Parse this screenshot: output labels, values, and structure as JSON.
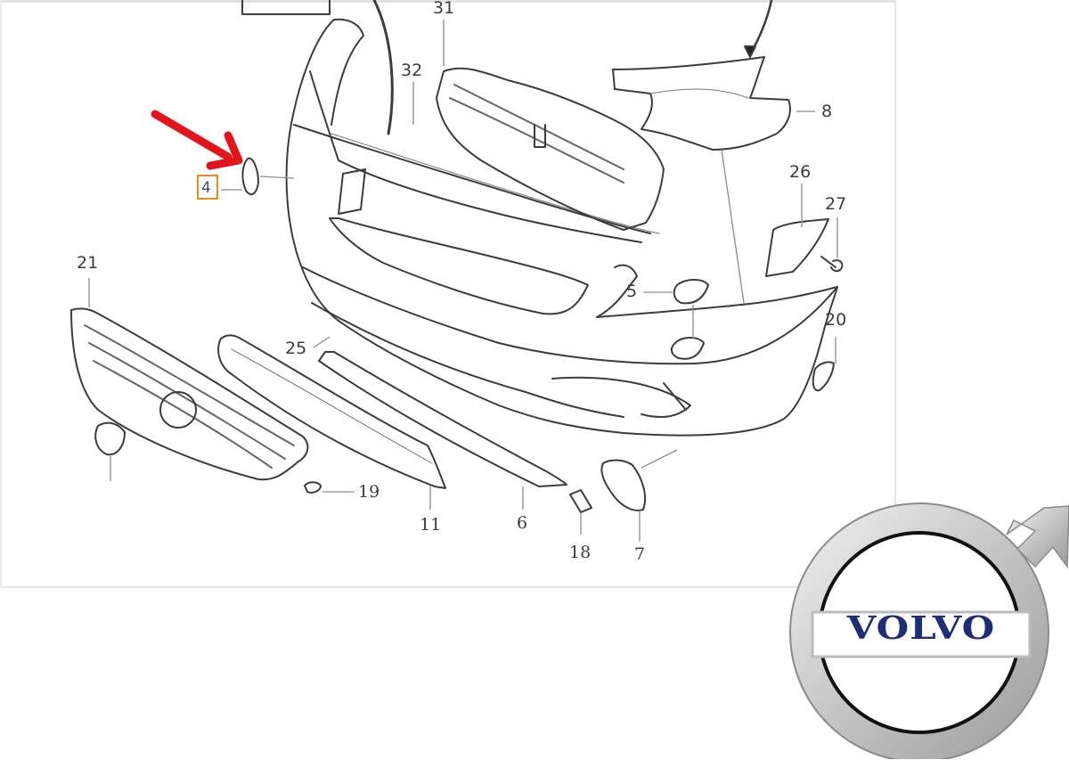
{
  "diagram": {
    "title": "Volvo front bumper exploded parts diagram",
    "highlighted_part": "4",
    "highlight_color": "#f08a1c",
    "arrow_color": "#e3141c",
    "line_color": "#3c3c3c"
  },
  "callouts": [
    {
      "id": "31",
      "label": "31"
    },
    {
      "id": "32",
      "label": "32"
    },
    {
      "id": "8",
      "label": "8"
    },
    {
      "id": "4",
      "label": "4"
    },
    {
      "id": "26",
      "label": "26"
    },
    {
      "id": "27",
      "label": "27"
    },
    {
      "id": "21",
      "label": "21"
    },
    {
      "id": "5",
      "label": "5"
    },
    {
      "id": "20",
      "label": "20"
    },
    {
      "id": "25",
      "label": "25"
    },
    {
      "id": "19",
      "label": "19"
    },
    {
      "id": "11",
      "label": "11"
    },
    {
      "id": "6",
      "label": "6"
    },
    {
      "id": "18",
      "label": "18"
    },
    {
      "id": "7",
      "label": "7"
    }
  ],
  "logo": {
    "brand": "VOLVO",
    "text_color": "#1d2d78",
    "ring_color": "#c8c8c8"
  }
}
